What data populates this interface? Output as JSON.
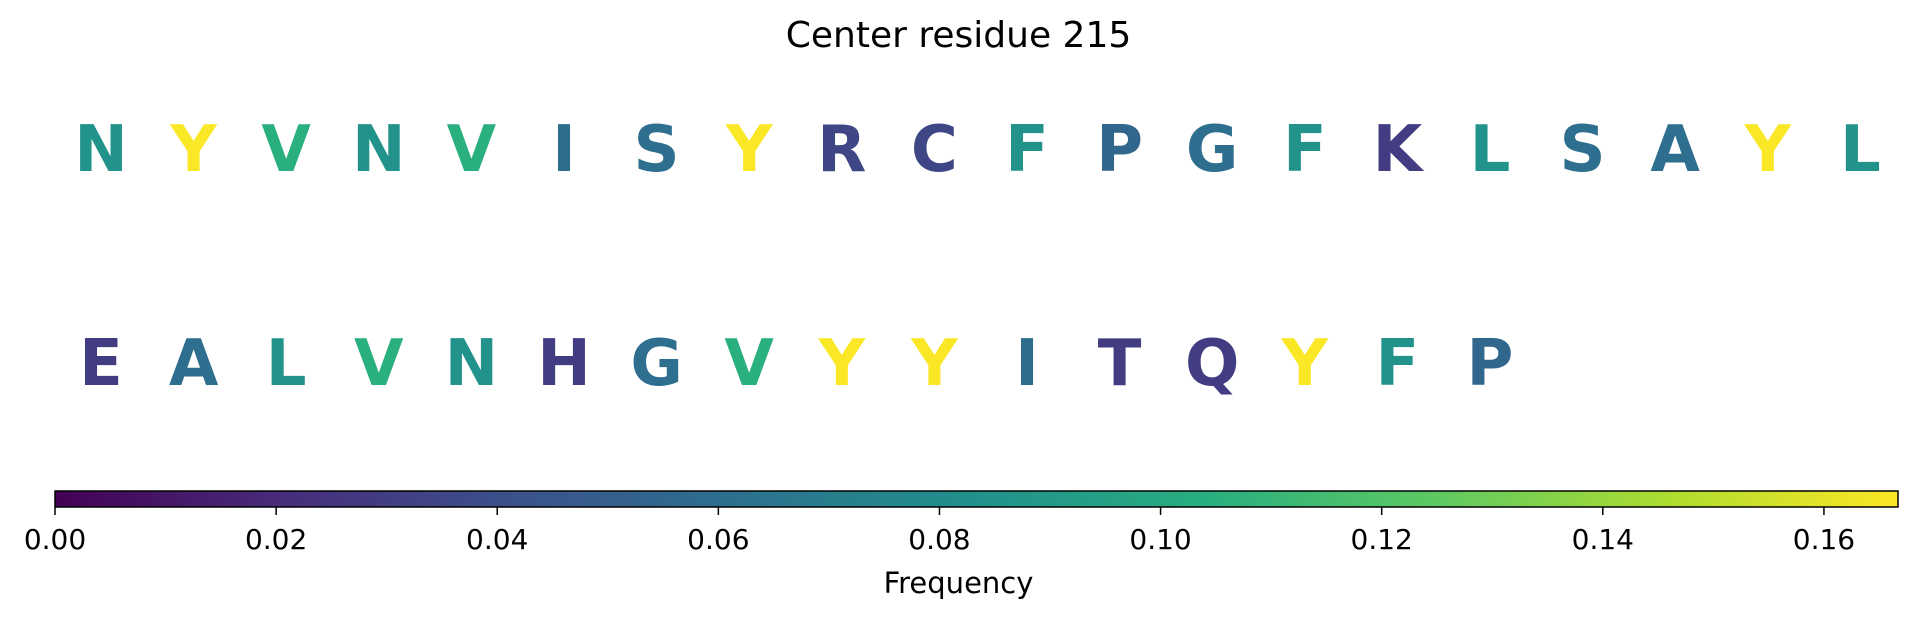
{
  "title": "Center residue 215",
  "chart_data": {
    "type": "heatmap",
    "title": "Center residue 215",
    "rows": [
      {
        "residues": [
          "N",
          "Y",
          "V",
          "N",
          "V",
          "I",
          "S",
          "Y",
          "R",
          "C",
          "F",
          "P",
          "G",
          "F",
          "K",
          "L",
          "S",
          "A",
          "Y",
          "L"
        ],
        "frequency": [
          0.085,
          0.166,
          0.105,
          0.085,
          0.105,
          0.059,
          0.06,
          0.166,
          0.035,
          0.035,
          0.085,
          0.055,
          0.06,
          0.085,
          0.03,
          0.085,
          0.06,
          0.06,
          0.166,
          0.085
        ]
      },
      {
        "residues": [
          "E",
          "A",
          "L",
          "V",
          "N",
          "H",
          "G",
          "V",
          "Y",
          "Y",
          "I",
          "T",
          "Q",
          "Y",
          "F",
          "P"
        ],
        "frequency": [
          0.03,
          0.06,
          0.085,
          0.105,
          0.085,
          0.03,
          0.06,
          0.105,
          0.166,
          0.166,
          0.059,
          0.03,
          0.03,
          0.166,
          0.085,
          0.055
        ]
      }
    ],
    "colorbar": {
      "label": "Frequency",
      "min": 0.0,
      "max": 0.1667,
      "ticks": [
        0.0,
        0.02,
        0.04,
        0.06,
        0.08,
        0.1,
        0.12,
        0.14,
        0.16
      ],
      "tick_labels": [
        "0.00",
        "0.02",
        "0.04",
        "0.06",
        "0.08",
        "0.10",
        "0.12",
        "0.14",
        "0.16"
      ],
      "colormap": "viridis"
    }
  }
}
